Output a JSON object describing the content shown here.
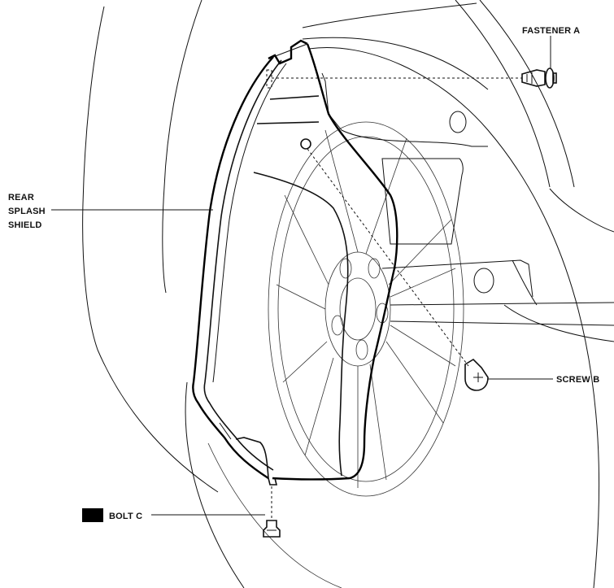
{
  "labels": {
    "fastener_a": "FASTENER A",
    "rear_splash_shield": [
      "REAR",
      "SPLASH",
      "SHIELD"
    ],
    "screw_b": "SCREW B",
    "bolt_c": "BOLT C"
  },
  "colors": {
    "line": "#111111",
    "background": "#ffffff",
    "bolt_marker": "#000000"
  }
}
